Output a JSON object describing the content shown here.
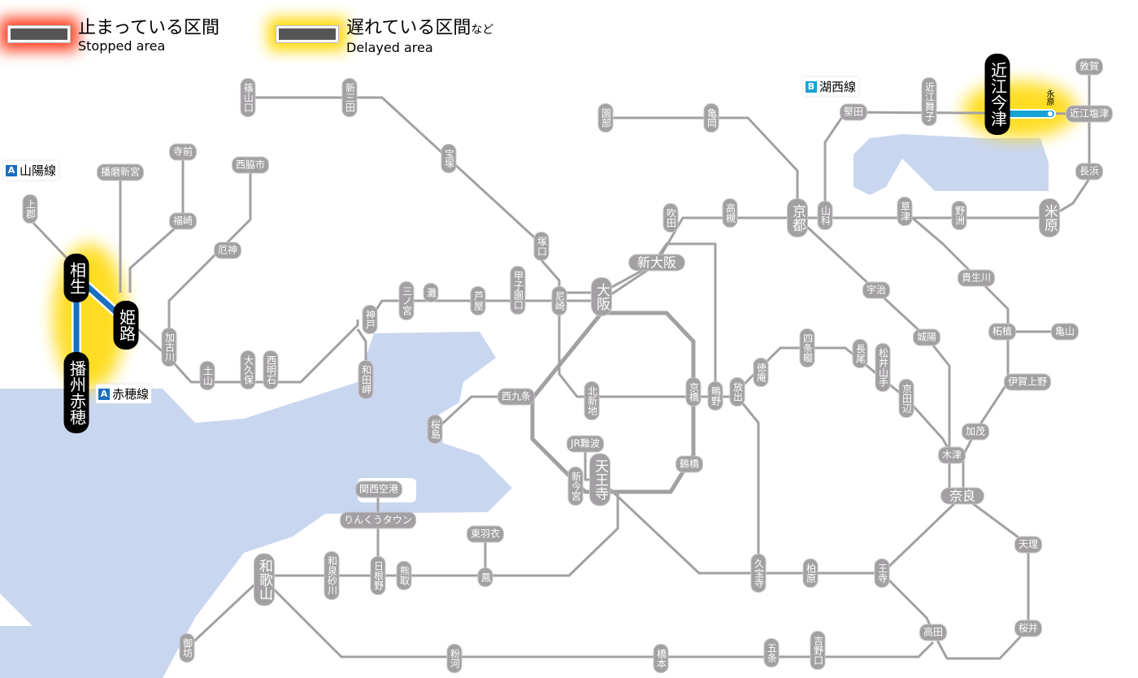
{
  "legend": {
    "stopped_jp": "止まっている区間",
    "stopped_en": "Stopped area",
    "delayed_jp": "遅れている区間",
    "delayed_suffix": "など",
    "delayed_en": "Delayed area",
    "stopped_color": "#ff2a00",
    "delayed_color": "#ffd800"
  },
  "lines": [
    {
      "badge": "A",
      "name": "山陽線",
      "color": "#1a6fc0"
    },
    {
      "badge": "A",
      "name": "赤穂線",
      "color": "#1a6fc0"
    },
    {
      "badge": "B",
      "name": "湖西線",
      "color": "#16a2d4"
    }
  ],
  "highlighted": {
    "aioi": "相生",
    "himeji": "姫路",
    "banshu_ako": "播州赤穂",
    "omi_imazu": "近江今津",
    "nagahara": "永原"
  },
  "stations": [
    "篠山口",
    "新三田",
    "宝塚",
    "園部",
    "亀岡",
    "堅田",
    "近江舞子",
    "近江塩津",
    "敦賀",
    "長浜",
    "寺前",
    "播磨新宮",
    "西脇市",
    "上郡",
    "福崎",
    "厄神",
    "加古川",
    "土山",
    "大久保",
    "西明石",
    "神戸",
    "和田岬",
    "三ノ宮",
    "灘",
    "芦屋",
    "甲子園口",
    "尼崎",
    "塚口",
    "吹田",
    "新大阪",
    "高槻",
    "京都",
    "山科",
    "草津",
    "野洲",
    "米原",
    "宇治",
    "貴生川",
    "城陽",
    "柘植",
    "亀山",
    "伊賀上野",
    "加茂",
    "木津",
    "奈良",
    "天理",
    "桜井",
    "高田",
    "王寺",
    "柏原",
    "久宝寺",
    "吉野口",
    "五条",
    "橋本",
    "粉河",
    "御坊",
    "和歌山",
    "和泉砂川",
    "日根野",
    "熊取",
    "鳳",
    "東羽衣",
    "りんくうタウン",
    "関西空港",
    "天王寺",
    "新今宮",
    "JR難波",
    "鶴橋",
    "京橋",
    "鴫野",
    "放出",
    "徳庵",
    "四条畷",
    "長尾",
    "松井山手",
    "京田辺",
    "北新地",
    "西九条",
    "桜島",
    "大阪"
  ]
}
